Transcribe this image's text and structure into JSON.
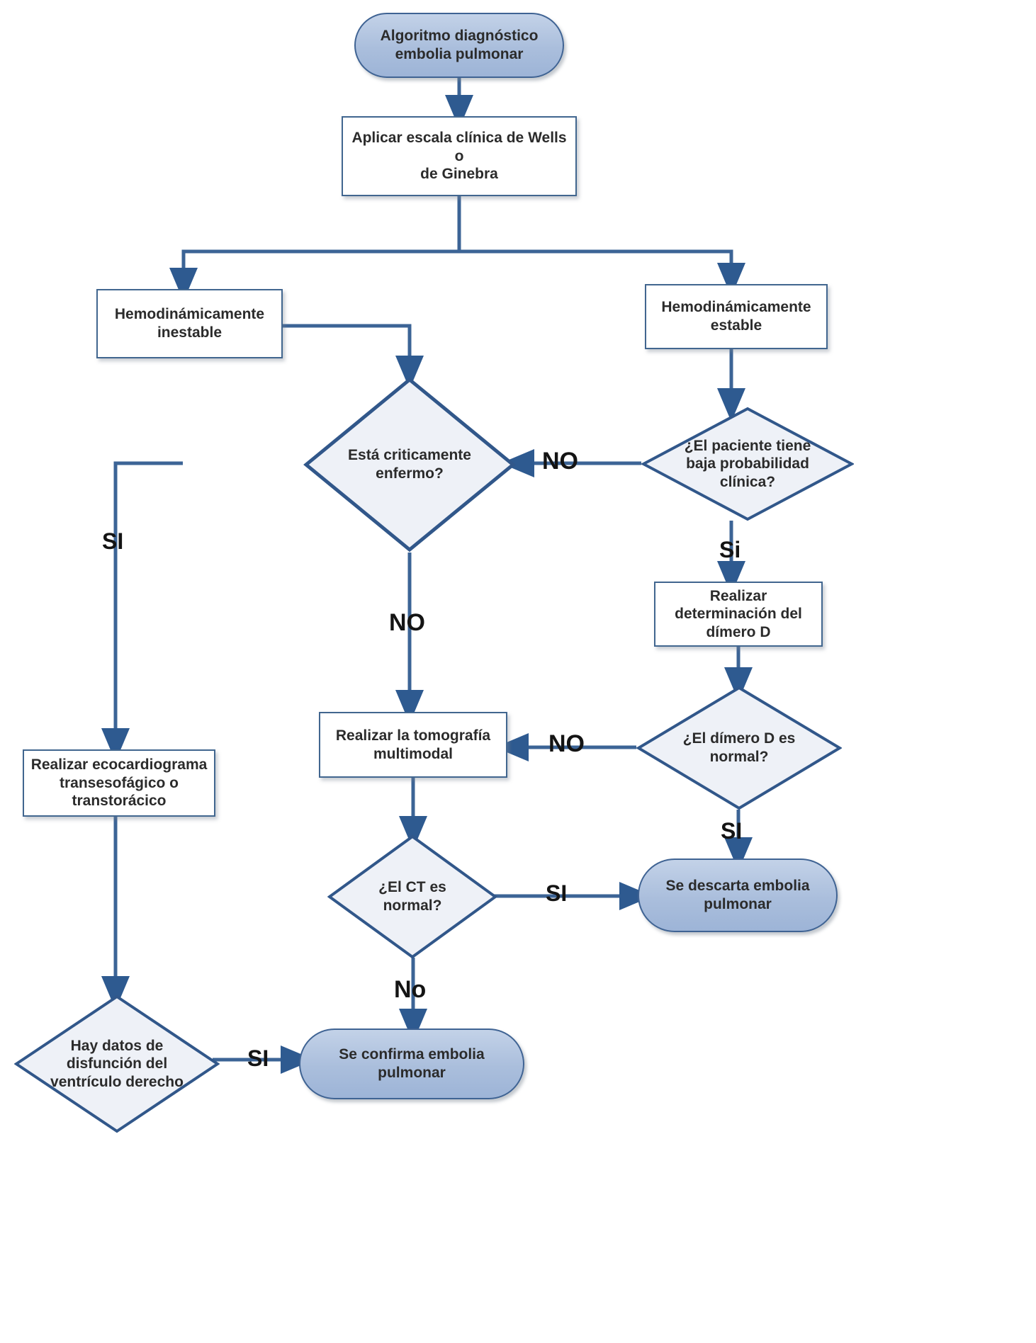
{
  "diagram": {
    "title": "Algoritmo diagnóstico embolia pulmonar",
    "language": "es",
    "type": "flowchart",
    "colors": {
      "terminator_fill": "#aabedc",
      "terminator_stroke": "#3f6393",
      "process_fill": "#ffffff",
      "process_stroke": "#41668f",
      "decision_fill": "#eef1f7",
      "decision_stroke": "#31578a",
      "connector": "#3c6496",
      "label_text": "#141414",
      "background": "#ffffff"
    }
  },
  "nodes": {
    "start": {
      "shape": "terminator",
      "line1": "Algoritmo  diagnóstico",
      "line2": "embolia pulmonar"
    },
    "wells": {
      "shape": "process",
      "line1": "Aplicar escala clínica de Wells o",
      "line2": "de Ginebra"
    },
    "unstable": {
      "shape": "process",
      "line1": "Hemodinámicamente",
      "line2": "inestable"
    },
    "stable": {
      "shape": "process",
      "line1": "Hemodinámicamente",
      "line2": "estable"
    },
    "critically_ill": {
      "shape": "decision",
      "line1": "Está criticamente",
      "line2": "enfermo?"
    },
    "low_probability": {
      "shape": "decision",
      "line1": "¿El paciente tiene",
      "line2": "baja probabilidad",
      "line3": "clínica?"
    },
    "ddimer_order": {
      "shape": "process",
      "line1": "Realizar",
      "line2": "determinación del",
      "line3": "dímero D"
    },
    "ddimer_normal": {
      "shape": "decision",
      "line1": "¿El dímero D es",
      "line2": "normal?"
    },
    "echo": {
      "shape": "process",
      "line1": "Realizar ecocardiograma",
      "line2": "transesofágico o",
      "line3": "transtorácico"
    },
    "ct_scan": {
      "shape": "process",
      "line1": "Realizar la tomografía",
      "line2": "multimodal"
    },
    "ct_normal": {
      "shape": "decision",
      "line1": "¿El CT  es",
      "line2": "normal?"
    },
    "rv_dysfunction": {
      "shape": "decision",
      "line1": "Hay datos de",
      "line2": "disfunción del",
      "line3": "ventrículo derecho"
    },
    "ruled_out": {
      "shape": "terminator",
      "line1": "Se descarta embolia",
      "line2": "pulmonar"
    },
    "confirmed": {
      "shape": "terminator",
      "line1": "Se confirma embolia",
      "line2": "pulmonar"
    }
  },
  "edge_labels": {
    "unstable_si": "SI",
    "low_prob_no": "NO",
    "low_prob_si": "Si",
    "critically_no": "NO",
    "ddimer_no": "NO",
    "ddimer_si": "SI",
    "ct_si": "SI",
    "ct_no": "No",
    "rv_si": "SI"
  },
  "edges": [
    {
      "from": "start",
      "to": "wells",
      "label": ""
    },
    {
      "from": "wells",
      "to": "unstable",
      "label": ""
    },
    {
      "from": "wells",
      "to": "stable",
      "label": ""
    },
    {
      "from": "unstable",
      "to": "critically_ill",
      "label": ""
    },
    {
      "from": "unstable",
      "to": "echo",
      "label": "SI"
    },
    {
      "from": "stable",
      "to": "low_probability",
      "label": ""
    },
    {
      "from": "low_probability",
      "to": "critically_ill",
      "label": "NO"
    },
    {
      "from": "low_probability",
      "to": "ddimer_order",
      "label": "Si"
    },
    {
      "from": "critically_ill",
      "to": "ct_scan",
      "label": "NO"
    },
    {
      "from": "ddimer_order",
      "to": "ddimer_normal",
      "label": ""
    },
    {
      "from": "ddimer_normal",
      "to": "ct_scan",
      "label": "NO"
    },
    {
      "from": "ddimer_normal",
      "to": "ruled_out",
      "label": "SI"
    },
    {
      "from": "ct_scan",
      "to": "ct_normal",
      "label": ""
    },
    {
      "from": "ct_normal",
      "to": "ruled_out",
      "label": "SI"
    },
    {
      "from": "ct_normal",
      "to": "confirmed",
      "label": "No"
    },
    {
      "from": "echo",
      "to": "rv_dysfunction",
      "label": ""
    },
    {
      "from": "rv_dysfunction",
      "to": "confirmed",
      "label": "SI"
    }
  ]
}
